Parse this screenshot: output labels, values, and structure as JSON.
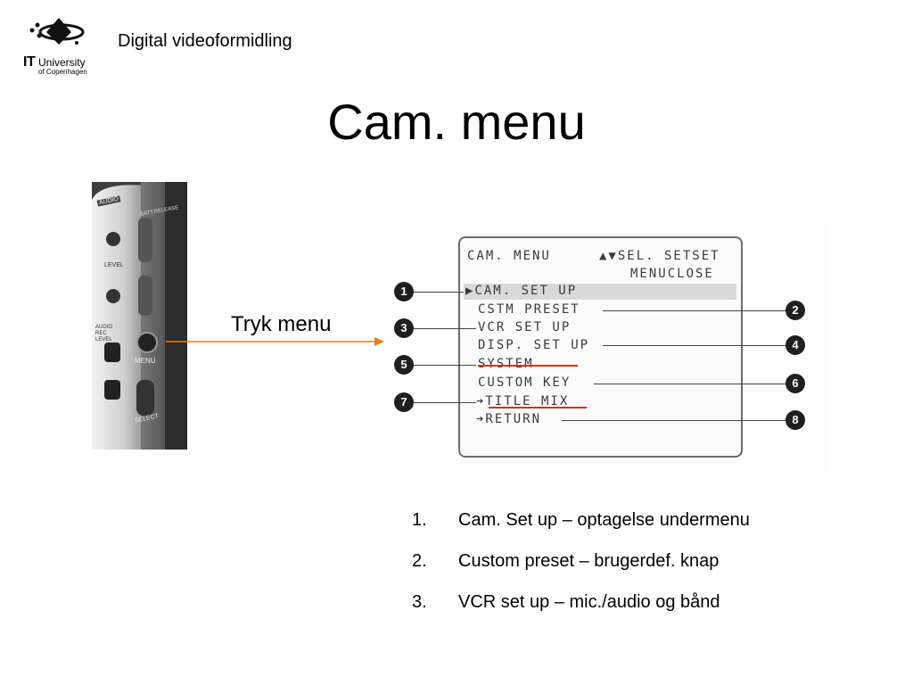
{
  "header": {
    "logo_it": "IT",
    "logo_university": "University",
    "logo_copenhagen": "of Copenhagen",
    "course": "Digital videoformidling"
  },
  "title": "Cam. menu",
  "camera_labels": {
    "audio": "AUDIO",
    "batt": "BATT.RELEASE",
    "level": "LEVEL",
    "audio_rec_level": "AUDIO REC LEVEL",
    "menu": "MENU",
    "select": "SELECT"
  },
  "annotation": "Tryk menu",
  "menu_screen": {
    "header_left": "CAM. MENU",
    "header_right_1": "▲▼SEL. SETSET",
    "header_right_2": "MENUCLOSE",
    "items": [
      "▶CAM. SET UP",
      "CSTM PRESET",
      "VCR SET UP",
      "DISP. SET UP",
      "SYSTEM",
      "CUSTOM KEY",
      "➔TITLE MIX",
      "➔RETURN"
    ],
    "callouts": [
      "1",
      "2",
      "3",
      "4",
      "5",
      "6",
      "7",
      "8"
    ]
  },
  "list": [
    {
      "num": "1.",
      "text": "Cam. Set up – optagelse undermenu"
    },
    {
      "num": "2.",
      "text": "Custom preset – brugerdef. knap"
    },
    {
      "num": "3.",
      "text": "VCR set up – mic./audio og bånd"
    }
  ],
  "colors": {
    "arrow": "#e67e22",
    "strike": "#c0392b"
  }
}
